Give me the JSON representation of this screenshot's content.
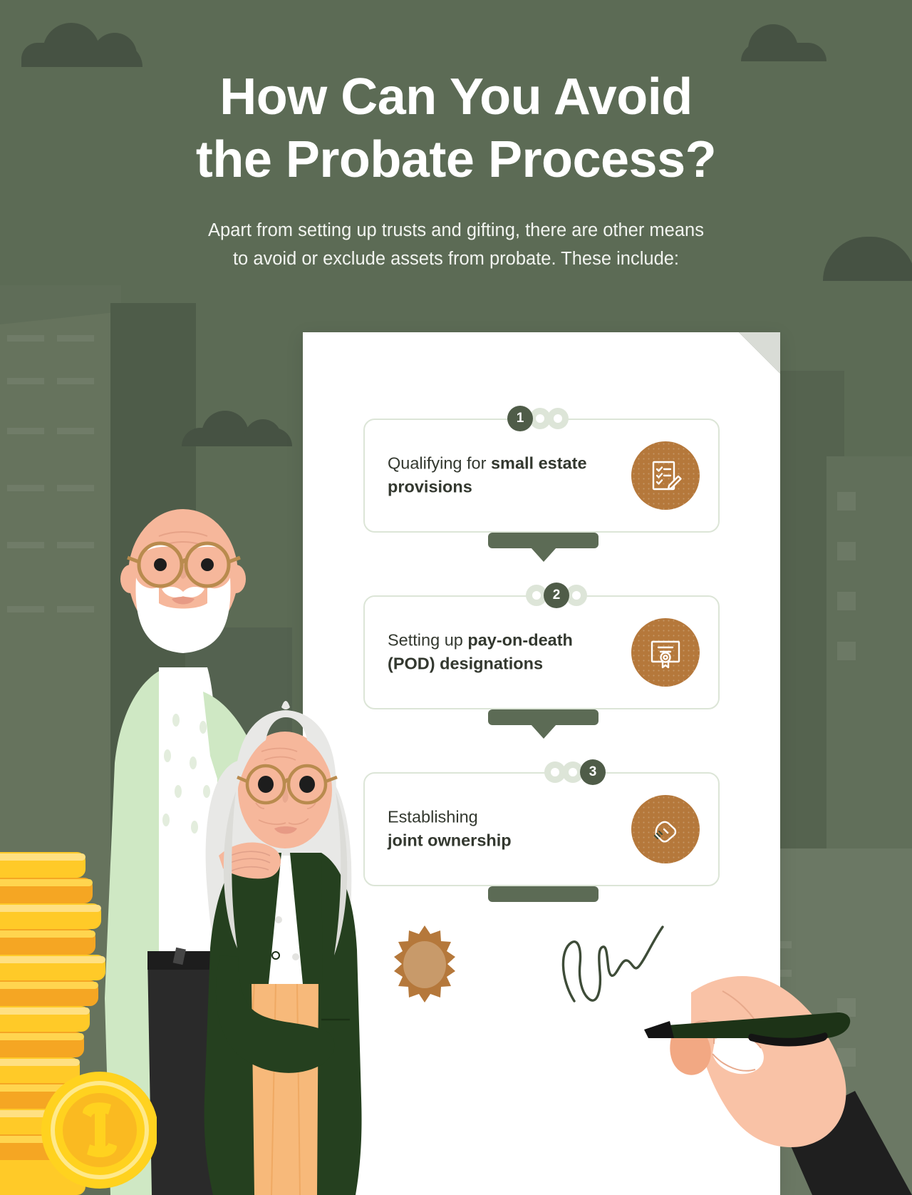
{
  "header": {
    "title_line1": "How Can You Avoid",
    "title_line2": "the Probate Process?",
    "subtitle_line1": "Apart from setting up trusts and gifting, there are other means",
    "subtitle_line2": "to avoid or exclude assets from probate. These include:"
  },
  "steps": [
    {
      "number": "1",
      "text_plain": "Qualifying for ",
      "text_bold": "small estate provisions",
      "icon": "checklist-pencil-icon"
    },
    {
      "number": "2",
      "text_plain": "Setting up ",
      "text_bold": "pay-on-death (POD) designations",
      "icon": "certificate-icon"
    },
    {
      "number": "3",
      "text_plain": "Establishing ",
      "text_bold": "joint ownership",
      "icon": "handshake-icon"
    }
  ],
  "decor": {
    "seal": "wax-seal-icon",
    "signature": "signature-scribble",
    "hand": "hand-holding-pen",
    "couple": "elderly-couple-illustration",
    "coins": "gold-coin-stack",
    "document": "paper-document-sheet"
  },
  "colors": {
    "background_green": "#5c6b55",
    "dark_green": "#4e5c49",
    "accent_brown": "#b5783b",
    "card_border": "#dce5d7",
    "text_dark": "#33382f",
    "white": "#ffffff",
    "coin_gold": "#ffcc33",
    "skin": "#f6b79b",
    "mint": "#cfe8c4"
  }
}
